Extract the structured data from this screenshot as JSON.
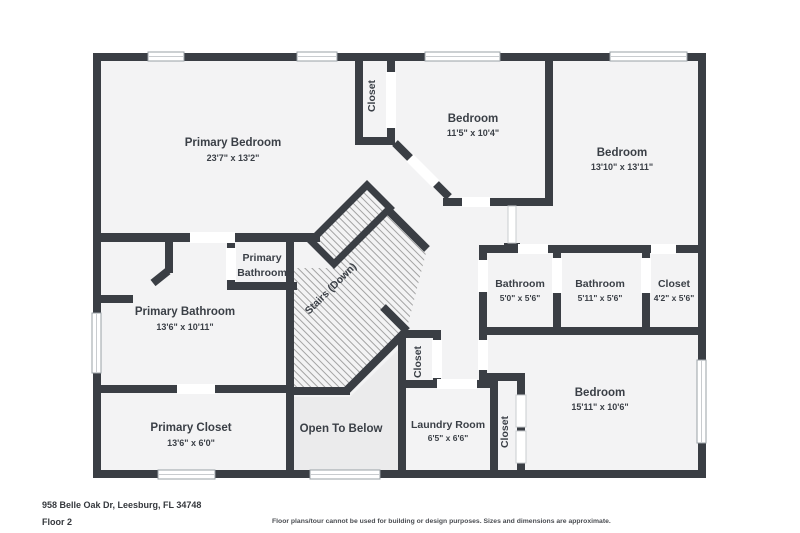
{
  "meta": {
    "address": "958 Belle Oak Dr, Leesburg, FL 34748",
    "floor_label": "Floor 2",
    "disclaimer": "Floor plans/tour cannot be used for building or design purposes. Sizes and dimensions are approximate."
  },
  "colors": {
    "wall": "#3a3e44",
    "floor": "#f3f3f4",
    "open_floor": "#ebebec",
    "hatch_line": "#a3a3a3",
    "label_text": "#3a3f46",
    "window_stroke": "#9aa0a6"
  },
  "rooms": {
    "primary_bedroom": {
      "name": "Primary Bedroom",
      "dims": "23'7\" x 13'2\""
    },
    "closet_top": {
      "name": "Closet"
    },
    "bedroom_2": {
      "name": "Bedroom",
      "dims": "11'5\" x 10'4\""
    },
    "bedroom_3": {
      "name": "Bedroom",
      "dims": "13'10\" x 13'11\""
    },
    "bathroom_1": {
      "name": "Bathroom",
      "dims": "5'0\" x 5'6\""
    },
    "bathroom_2": {
      "name": "Bathroom",
      "dims": "5'11\" x 5'6\""
    },
    "closet_hall": {
      "name": "Closet",
      "dims": "4'2\" x 5'6\""
    },
    "primary_wc": {
      "name_line1": "Primary",
      "name_line2": "Bathroom"
    },
    "primary_bathroom": {
      "name": "Primary Bathroom",
      "dims": "13'6\" x 10'11\""
    },
    "primary_closet": {
      "name": "Primary Closet",
      "dims": "13'6\" x 6'0\""
    },
    "open_to_below": {
      "name": "Open To Below"
    },
    "laundry": {
      "name": "Laundry Room",
      "dims": "6'5\" x 6'6\""
    },
    "closet_laundry": {
      "name": "Closet"
    },
    "closet_bedroom": {
      "name": "Closet"
    },
    "bedroom_4": {
      "name": "Bedroom",
      "dims": "15'11\" x 10'6\""
    },
    "stairs": {
      "name": "Stairs (Down)"
    }
  }
}
